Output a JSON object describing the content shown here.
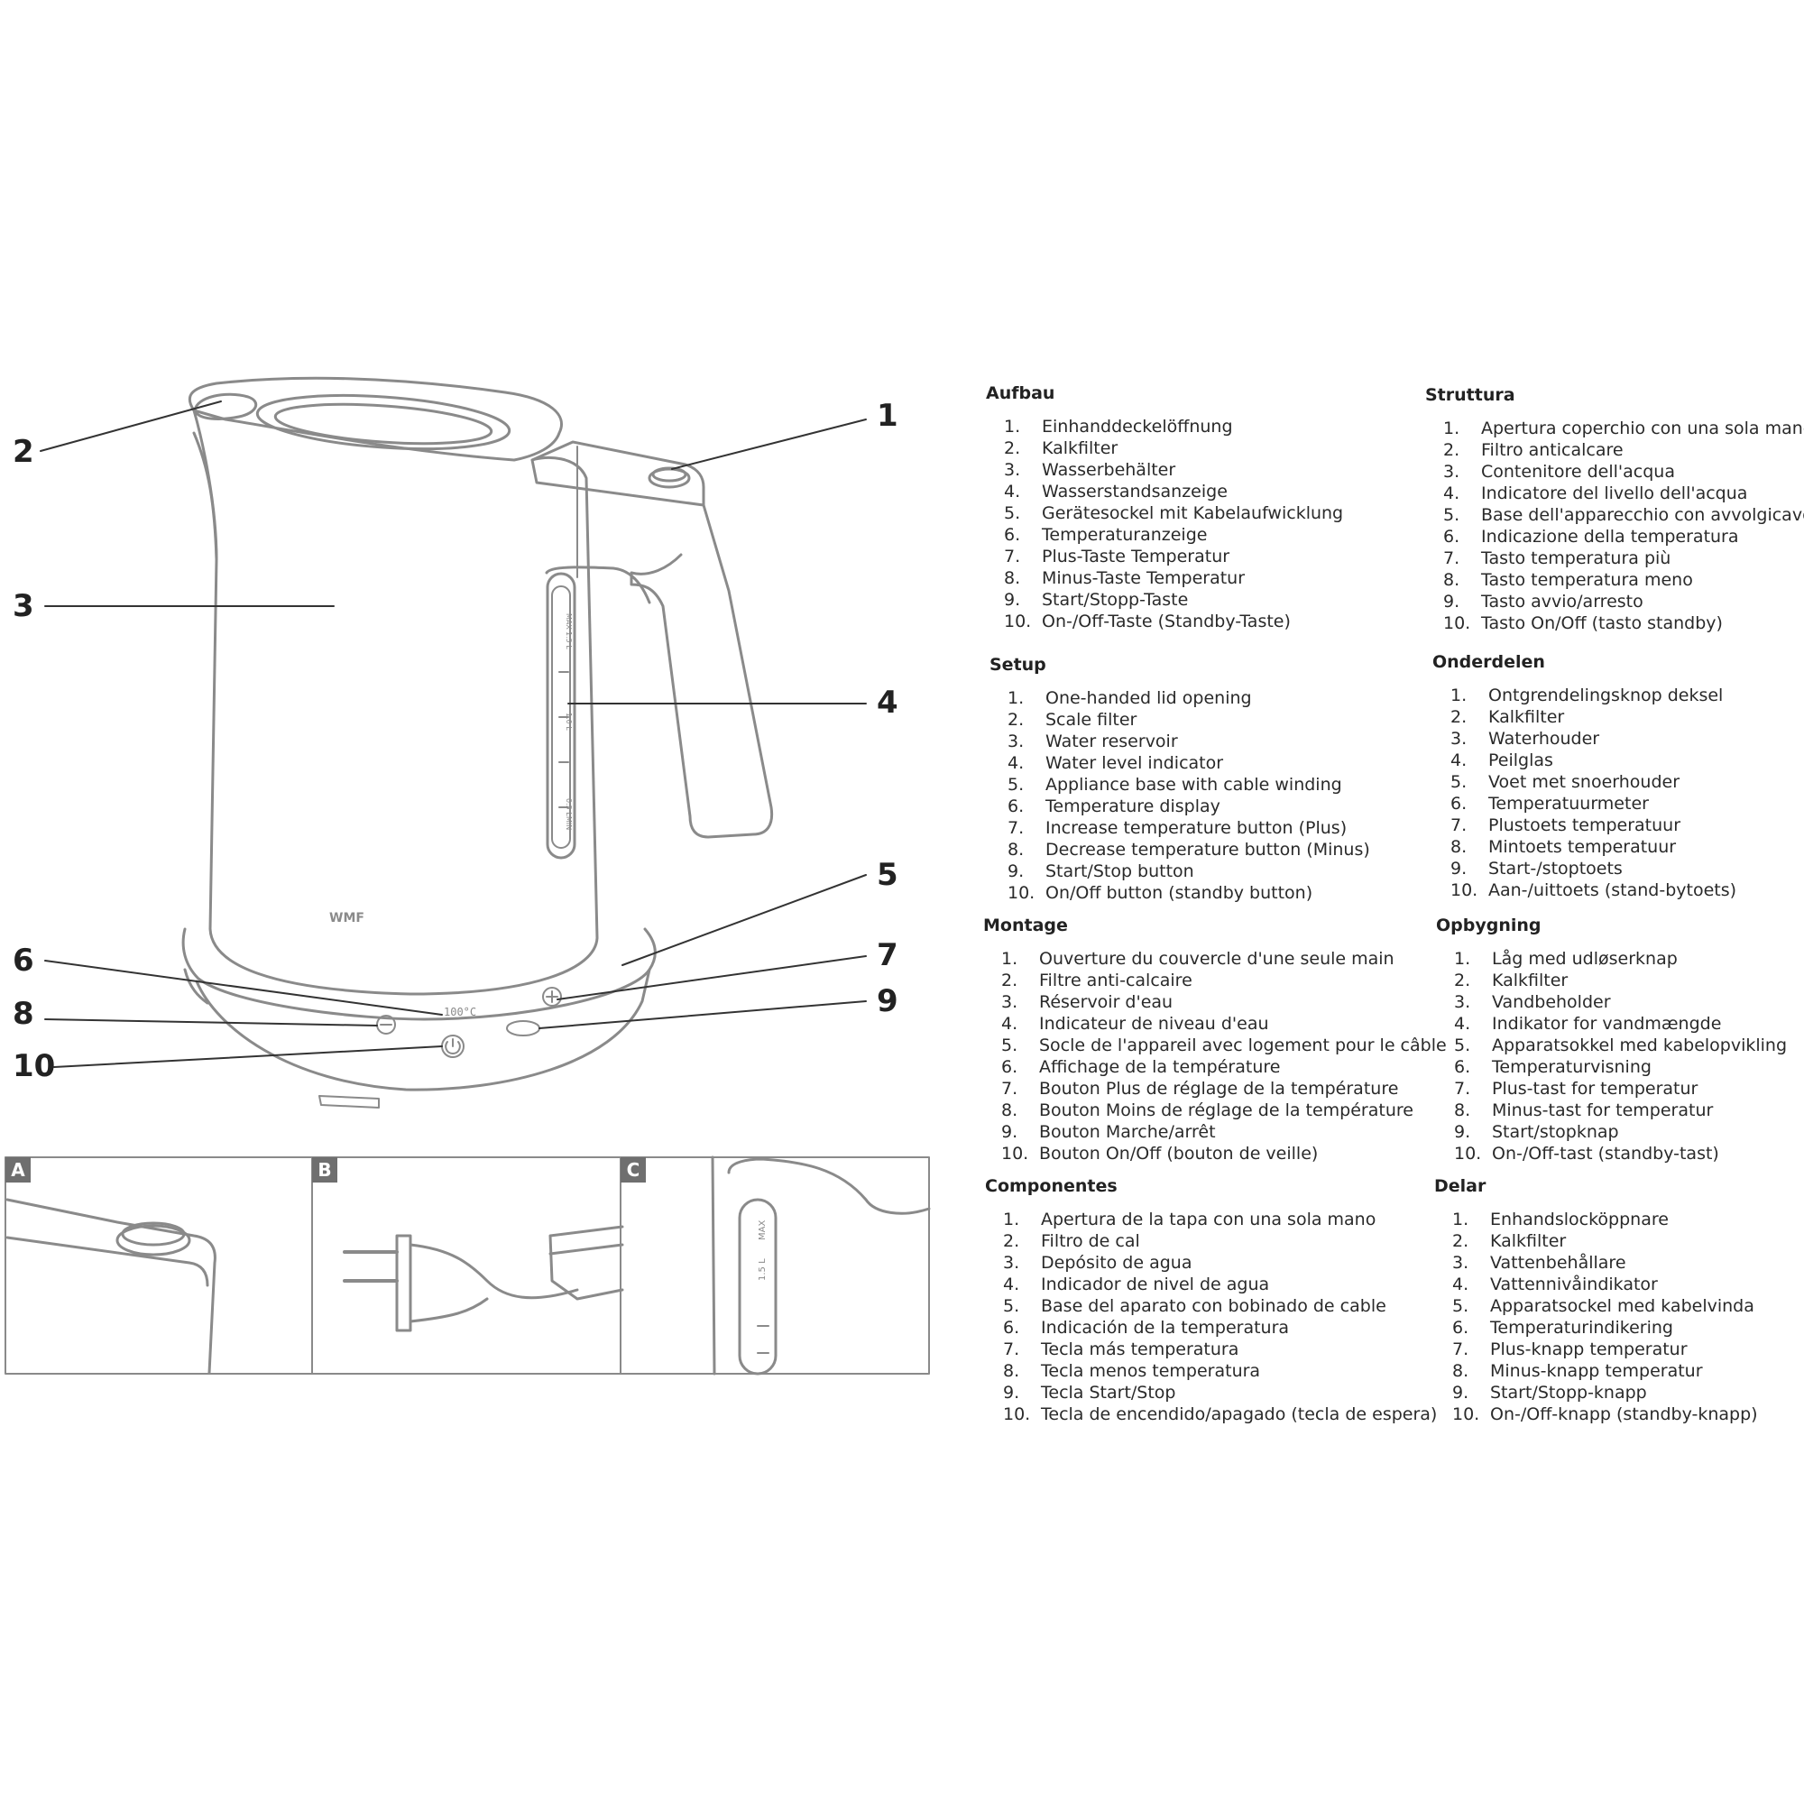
{
  "callouts": [
    "1",
    "2",
    "3",
    "4",
    "5",
    "6",
    "7",
    "8",
    "9",
    "10"
  ],
  "panels": [
    "A",
    "B",
    "C"
  ],
  "logo_text": "WMF",
  "kettle_scale": {
    "max": "MAX",
    "level_top": "1.5 L",
    "level_mid": "1.0 L",
    "level_low": "0.5 L",
    "min": "MIN"
  },
  "sections": [
    {
      "title": "Aufbau",
      "items": [
        "Einhanddeckelöffnung",
        "Kalkfilter",
        "Wasserbehälter",
        "Wasserstandsanzeige",
        "Gerätesockel mit Kabelaufwicklung",
        "Temperaturanzeige",
        "Plus-Taste Temperatur",
        "Minus-Taste Temperatur",
        "Start/Stopp-Taste",
        "On-/Off-Taste (Standby-Taste)"
      ]
    },
    {
      "title": "Setup",
      "items": [
        "One-handed lid opening",
        "Scale filter",
        "Water reservoir",
        "Water level indicator",
        "Appliance base with cable winding",
        "Temperature display",
        "Increase temperature button (Plus)",
        "Decrease temperature button (Minus)",
        "Start/Stop button",
        "On/Off button (standby button)"
      ]
    },
    {
      "title": "Montage",
      "items": [
        "Ouverture du couvercle d'une seule main",
        "Filtre anti-calcaire",
        "Réservoir d'eau",
        "Indicateur de niveau d'eau",
        "Socle de l'appareil avec logement pour le câble",
        "Affichage de la température",
        "Bouton Plus de réglage de la température",
        "Bouton Moins de réglage de la température",
        "Bouton Marche/arrêt",
        "Bouton On/Off (bouton de veille)"
      ]
    },
    {
      "title": "Componentes",
      "items": [
        "Apertura de la tapa con una sola mano",
        "Filtro de cal",
        "Depósito de agua",
        "Indicador de nivel de agua",
        "Base del aparato con bobinado de cable",
        "Indicación de la temperatura",
        "Tecla más temperatura",
        "Tecla menos temperatura",
        "Tecla Start/Stop",
        "Tecla de encendido/apagado (tecla de espera)"
      ]
    },
    {
      "title": "Struttura",
      "items": [
        "Apertura coperchio con una sola mano",
        "Filtro anticalcare",
        "Contenitore dell'acqua",
        "Indicatore del livello dell'acqua",
        "Base dell'apparecchio con avvolgicavo",
        "Indicazione della temperatura",
        "Tasto temperatura più",
        "Tasto temperatura meno",
        "Tasto avvio/arresto",
        "Tasto On/Off (tasto standby)"
      ]
    },
    {
      "title": "Onderdelen",
      "items": [
        "Ontgrendelingsknop deksel",
        "Kalkfilter",
        "Waterhouder",
        "Peilglas",
        "Voet met snoerhouder",
        "Temperatuurmeter",
        "Plustoets temperatuur",
        "Mintoets temperatuur",
        "Start-/stoptoets",
        "Aan-/uittoets (stand-bytoets)"
      ]
    },
    {
      "title": "Opbygning",
      "items": [
        "Låg med udløserknap",
        "Kalkfilter",
        "Vandbeholder",
        "Indikator for vandmængde",
        "Apparatsokkel med kabelopvikling",
        "Temperaturvisning",
        "Plus-tast for temperatur",
        "Minus-tast for temperatur",
        "Start/stopknap",
        "On-/Off-tast (standby-tast)"
      ]
    },
    {
      "title": "Delar",
      "items": [
        "Enhandslocköppnare",
        "Kalkfilter",
        "Vattenbehållare",
        "Vattennivåindikator",
        "Apparatsockel med kabelvinda",
        "Temperaturindikering",
        "Plus-knapp temperatur",
        "Minus-knapp temperatur",
        "Start/Stopp-knapp",
        "On-/Off-knapp (standby-knapp)"
      ]
    }
  ]
}
